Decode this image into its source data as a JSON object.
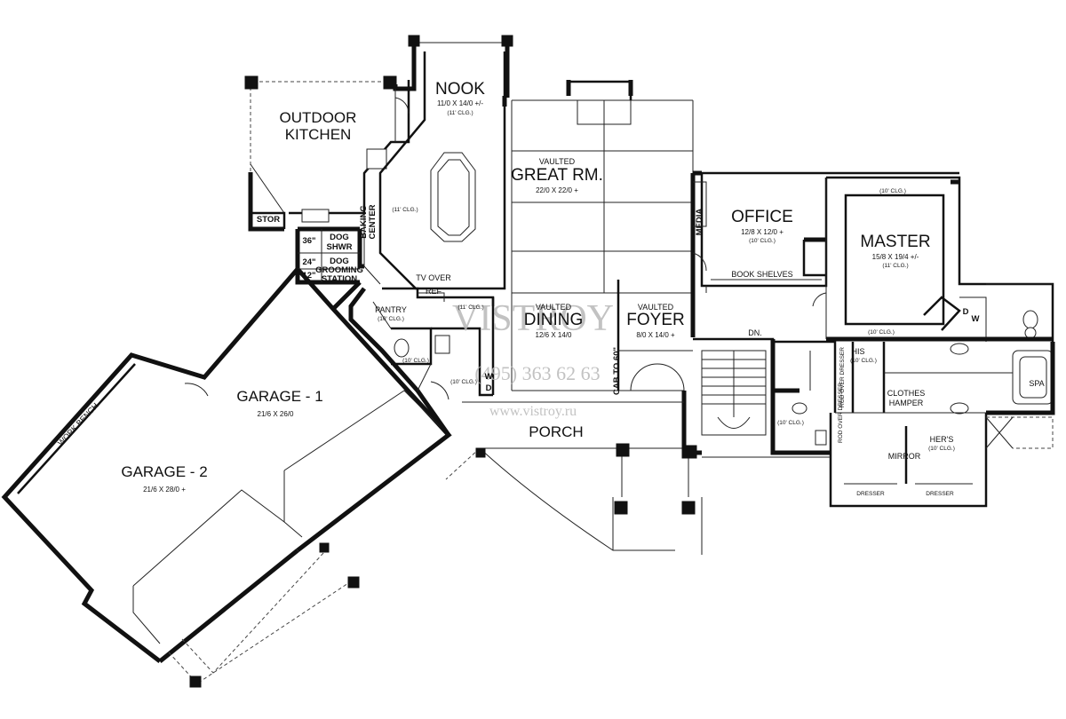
{
  "rooms": {
    "outdoor_kitchen": {
      "name_1": "OUTDOOR",
      "name_2": "KITCHEN"
    },
    "nook": {
      "name": "NOOK",
      "dims": "11/0 X 14/0 +/-",
      "ceiling": "(11' CLG.)"
    },
    "kitchen": {
      "ceiling": "(11' CLG.)"
    },
    "stor": {
      "name": "STOR"
    },
    "dog_shower": {
      "size": "36\"",
      "name_1": "DOG",
      "name_2": "SHWR"
    },
    "dog_grooming": {
      "size_1": "24\"",
      "size_2": "12\"",
      "name_1": "DOG",
      "name_2": "GROOMING",
      "name_3": "STATION"
    },
    "baking_center": {
      "name_1": "BAKING",
      "name_2": "CENTER"
    },
    "great_room": {
      "vaulted": "VAULTED",
      "name": "GREAT RM.",
      "dims": "22/0 X 22/0 +"
    },
    "media": {
      "name": "MEDIA"
    },
    "office": {
      "name": "OFFICE",
      "dims": "12/8 X 12/0 +",
      "ceiling": "(10' CLG.)",
      "shelves": "BOOK SHELVES"
    },
    "master": {
      "name": "MASTER",
      "dims": "15/8 X 19/4 +/-",
      "ceiling": "(11' CLG.)",
      "ceiling_top": "(10' CLG.)",
      "ceiling_bottom": "(10' CLG.)"
    },
    "tv_over": {
      "name": "TV OVER"
    },
    "ref": {
      "name": "REF"
    },
    "pantry": {
      "name": "PANTRY",
      "ceiling": "(10' CLG.)"
    },
    "laundry": {
      "ceiling": "(11' CLG.)"
    },
    "powder": {
      "ceiling": "(10' CLG.)"
    },
    "hall": {
      "ceiling": "(10' CLG.)",
      "d": "D",
      "w": "W"
    },
    "dining": {
      "vaulted": "VAULTED",
      "name": "DINING",
      "dims": "12/6 X 14/0"
    },
    "foyer": {
      "vaulted": "VAULTED",
      "name": "FOYER",
      "dims": "8/0 X 14/0 +"
    },
    "cab": {
      "name": "CAB TO 60\""
    },
    "stairs": {
      "dn": "DN."
    },
    "his": {
      "name": "HIS",
      "ceiling": "(10' CLG.)",
      "rod": "ROD OVER DRESSER"
    },
    "clothes_hamper": {
      "name_1": "CLOTHES",
      "name_2": "HAMPER"
    },
    "spa": {
      "name": "SPA"
    },
    "bath": {
      "d": "D",
      "w": "W"
    },
    "wc": {
      "ceiling": "(10' CLG.)"
    },
    "hers": {
      "name": "HER'S",
      "ceiling": "(10' CLG.)",
      "mirror": "MIRROR",
      "dresser_1": "DRESSER",
      "dresser_2": "DRESSER"
    },
    "garage_1": {
      "name": "GARAGE - 1",
      "dims": "21/6 X 26/0"
    },
    "garage_2": {
      "name": "GARAGE - 2",
      "dims": "21/6 X 28/0 +",
      "bench": "WORK BENCH"
    },
    "porch": {
      "name": "PORCH"
    }
  },
  "watermark": {
    "line_1": "VISTROY",
    "phone": "(495) 363 62 63",
    "site": "www.vistroy.ru"
  }
}
